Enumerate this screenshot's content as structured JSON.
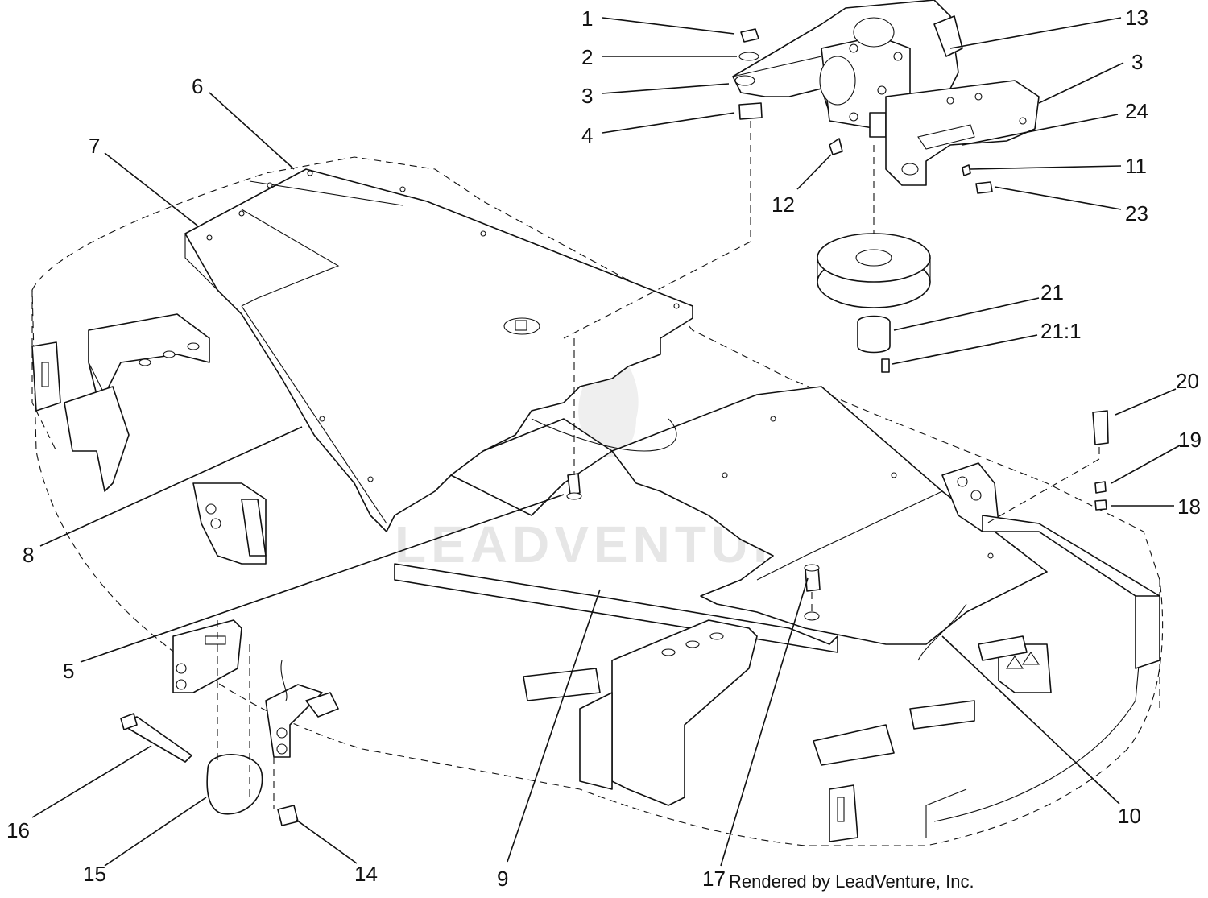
{
  "diagram": {
    "watermark": "LEADVENTURE",
    "footer": "Rendered by LeadVenture, Inc.",
    "callouts": [
      {
        "id": "c1",
        "label": "1"
      },
      {
        "id": "c2",
        "label": "2"
      },
      {
        "id": "c3a",
        "label": "3"
      },
      {
        "id": "c3b",
        "label": "3"
      },
      {
        "id": "c4",
        "label": "4"
      },
      {
        "id": "c5",
        "label": "5"
      },
      {
        "id": "c6",
        "label": "6"
      },
      {
        "id": "c7",
        "label": "7"
      },
      {
        "id": "c8",
        "label": "8"
      },
      {
        "id": "c9",
        "label": "9"
      },
      {
        "id": "c10",
        "label": "10"
      },
      {
        "id": "c11",
        "label": "11"
      },
      {
        "id": "c12",
        "label": "12"
      },
      {
        "id": "c13",
        "label": "13"
      },
      {
        "id": "c14",
        "label": "14"
      },
      {
        "id": "c15",
        "label": "15"
      },
      {
        "id": "c16",
        "label": "16"
      },
      {
        "id": "c17",
        "label": "17"
      },
      {
        "id": "c18",
        "label": "18"
      },
      {
        "id": "c19",
        "label": "19"
      },
      {
        "id": "c20",
        "label": "20"
      },
      {
        "id": "c21",
        "label": "21"
      },
      {
        "id": "c21_1",
        "label": "21:1"
      },
      {
        "id": "c23",
        "label": "23"
      },
      {
        "id": "c24",
        "label": "24"
      }
    ]
  }
}
